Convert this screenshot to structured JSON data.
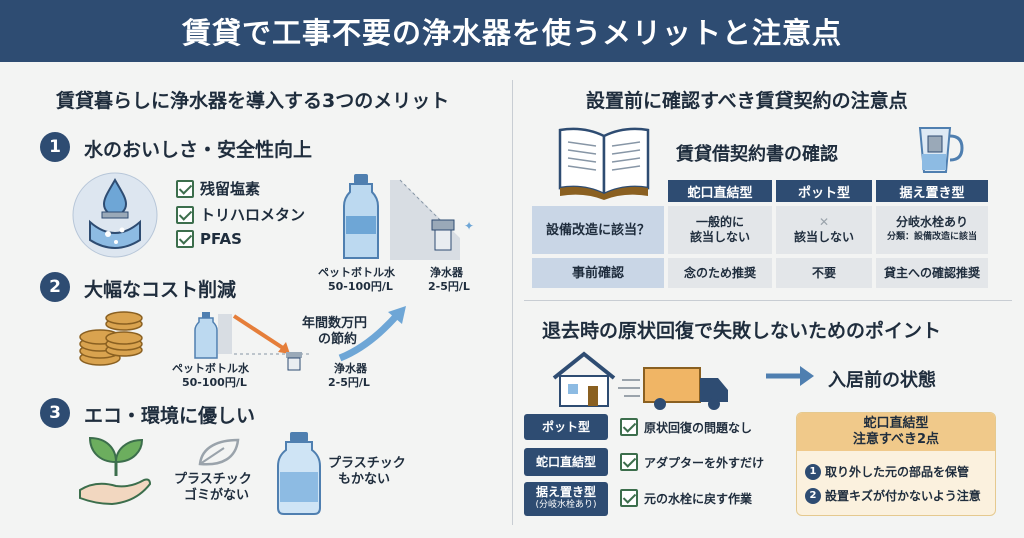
{
  "title": "賃貸で工事不要の浄水器を使うメリットと注意点",
  "left": {
    "heading": "賃貸暮らしに浄水器を導入する3つのメリット",
    "merits": [
      {
        "num": "1",
        "label": "水のおいしさ・安全性向上"
      },
      {
        "num": "2",
        "label": "大幅なコスト削減"
      },
      {
        "num": "3",
        "label": "エコ・環境に優しい"
      }
    ],
    "checks": [
      "残留塩素",
      "トリハロメタン",
      "PFAS"
    ],
    "bottle_top": {
      "name": "ペットボトル水",
      "price": "50-100円/L"
    },
    "filter_top": {
      "name": "浄水器",
      "price": "2-5円/L"
    },
    "bottle_mid": {
      "name": "ペットボトル水",
      "price": "50-100円/L"
    },
    "filter_mid": {
      "name": "浄水器",
      "price": "2-5円/L"
    },
    "saving": {
      "line1": "年間数万円",
      "line2": "の節約"
    },
    "eco1": {
      "line1": "プラスチック",
      "line2": "ゴミがない"
    },
    "eco2": {
      "line1": "プラスチック",
      "line2": "もかない"
    }
  },
  "right_top": {
    "heading": "設置前に確認すべき賃貸契約の注意点",
    "subheading": "賃貸借契約書の確認",
    "columns": [
      "蛇口直結型",
      "ポット型",
      "据え置き型"
    ],
    "rows": [
      {
        "header": "設備改造に該当？",
        "cells": [
          [
            "一般的に",
            "該当しない"
          ],
          [
            "✕",
            "該当しない"
          ],
          [
            "分岐水栓あり",
            "分類：設備改造に該当"
          ]
        ]
      },
      {
        "header": "事前確認",
        "cells": [
          [
            "念のため推奨"
          ],
          [
            "不要"
          ],
          [
            "貸主への確認推奨"
          ]
        ]
      }
    ]
  },
  "right_bottom": {
    "heading": "退去時の原状回復で失敗しないためのポイント",
    "state": "入居前の状態",
    "types": [
      {
        "label": "ポット型",
        "sub": "",
        "note": "原状回復の問題なし"
      },
      {
        "label": "蛇口直結型",
        "sub": "",
        "note": "アダプターを外すだけ"
      },
      {
        "label": "据え置き型",
        "sub": "(分岐水栓あり)",
        "note": "元の水栓に戻す作業"
      }
    ],
    "warning": {
      "title1": "蛇口直結型",
      "title2": "注意すべき2点",
      "items": [
        {
          "n": "1",
          "text": "取り外した元の部品を保管"
        },
        {
          "n": "2",
          "text": "設置キズが付かないよう注意"
        }
      ]
    }
  },
  "colors": {
    "navy": "#2e4c72",
    "green": "#3c6e4c",
    "orange": "#e57e3a",
    "cream": "#fbf1de"
  }
}
